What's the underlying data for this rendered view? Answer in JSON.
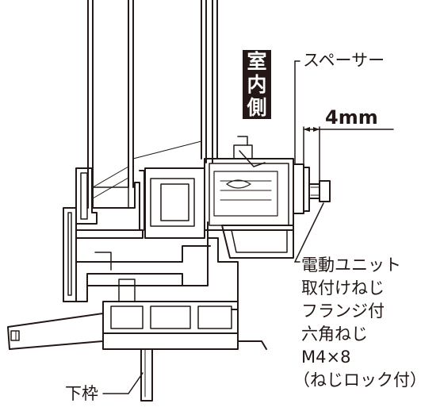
{
  "labels": {
    "room_side": [
      "室",
      "内",
      "側"
    ],
    "spacer": "スペーサー",
    "gap": "4mm",
    "bolt_lines": [
      "電動ユニット",
      "取付けねじ",
      "フランジ付",
      "六角ねじ",
      "M4×8",
      "（ねじロック付）"
    ],
    "sill": "下枠"
  },
  "colors": {
    "ink": "#231815",
    "background": "#ffffff"
  }
}
